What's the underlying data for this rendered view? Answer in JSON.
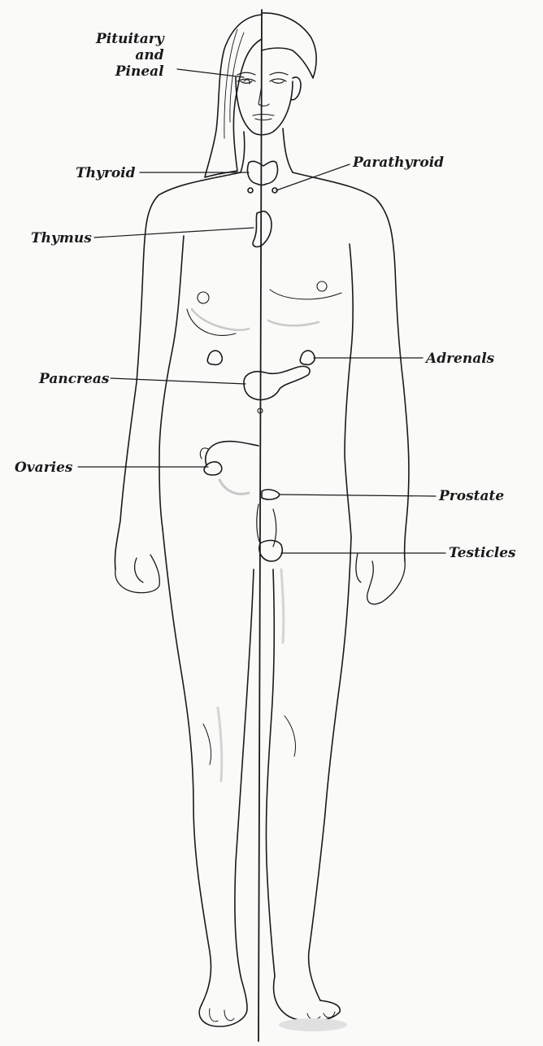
{
  "labels": {
    "pituitary_line1": "Pituitary",
    "pituitary_line2": "and",
    "pituitary_line3": "Pineal",
    "thyroid": "Thyroid",
    "parathyroid": "Parathyroid",
    "thymus": "Thymus",
    "adrenals": "Adrenals",
    "pancreas": "Pancreas",
    "ovaries": "Ovaries",
    "prostate": "Prostate",
    "testicles": "Testicles"
  },
  "colors": {
    "ink": "#1a1a1a",
    "paper": "#fafaf9",
    "shade": "#c9c9c9"
  }
}
